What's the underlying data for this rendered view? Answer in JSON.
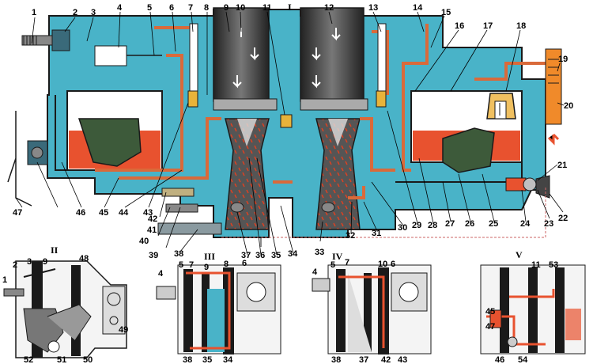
{
  "main_view": {
    "section_label": "I",
    "callouts": [
      "1",
      "2",
      "3",
      "4",
      "5",
      "6",
      "7",
      "8",
      "9",
      "10",
      "11",
      "12",
      "13",
      "14",
      "15",
      "16",
      "17",
      "18",
      "19",
      "20",
      "21",
      "22",
      "23",
      "24",
      "25",
      "26",
      "27",
      "28",
      "29",
      "30",
      "31",
      "32",
      "33",
      "34",
      "35",
      "36",
      "37",
      "38",
      "39",
      "40",
      "41",
      "42",
      "43",
      "44",
      "45",
      "46",
      "47"
    ]
  },
  "insets": [
    {
      "section_label": "II",
      "callouts": [
        "1",
        "2",
        "3",
        "9",
        "48",
        "49",
        "50",
        "51",
        "52"
      ]
    },
    {
      "section_label": "III",
      "callouts": [
        "4",
        "5",
        "7",
        "9",
        "8",
        "6",
        "38",
        "35",
        "34"
      ]
    },
    {
      "section_label": "IV",
      "callouts": [
        "4",
        "5",
        "7",
        "10",
        "6",
        "38",
        "37",
        "42",
        "43"
      ]
    },
    {
      "section_label": "V",
      "callouts": [
        "11",
        "53",
        "45",
        "47",
        "46",
        "54"
      ]
    }
  ],
  "colors": {
    "body": "#49b3c8",
    "body_dark": "#2f8fa4",
    "fuel": "#e8522f",
    "duct": "#d96a3a",
    "float": "#3d5a3a",
    "outline": "#1a1a1a",
    "venturi": "#4a4a4a",
    "spray": "#e04020"
  }
}
